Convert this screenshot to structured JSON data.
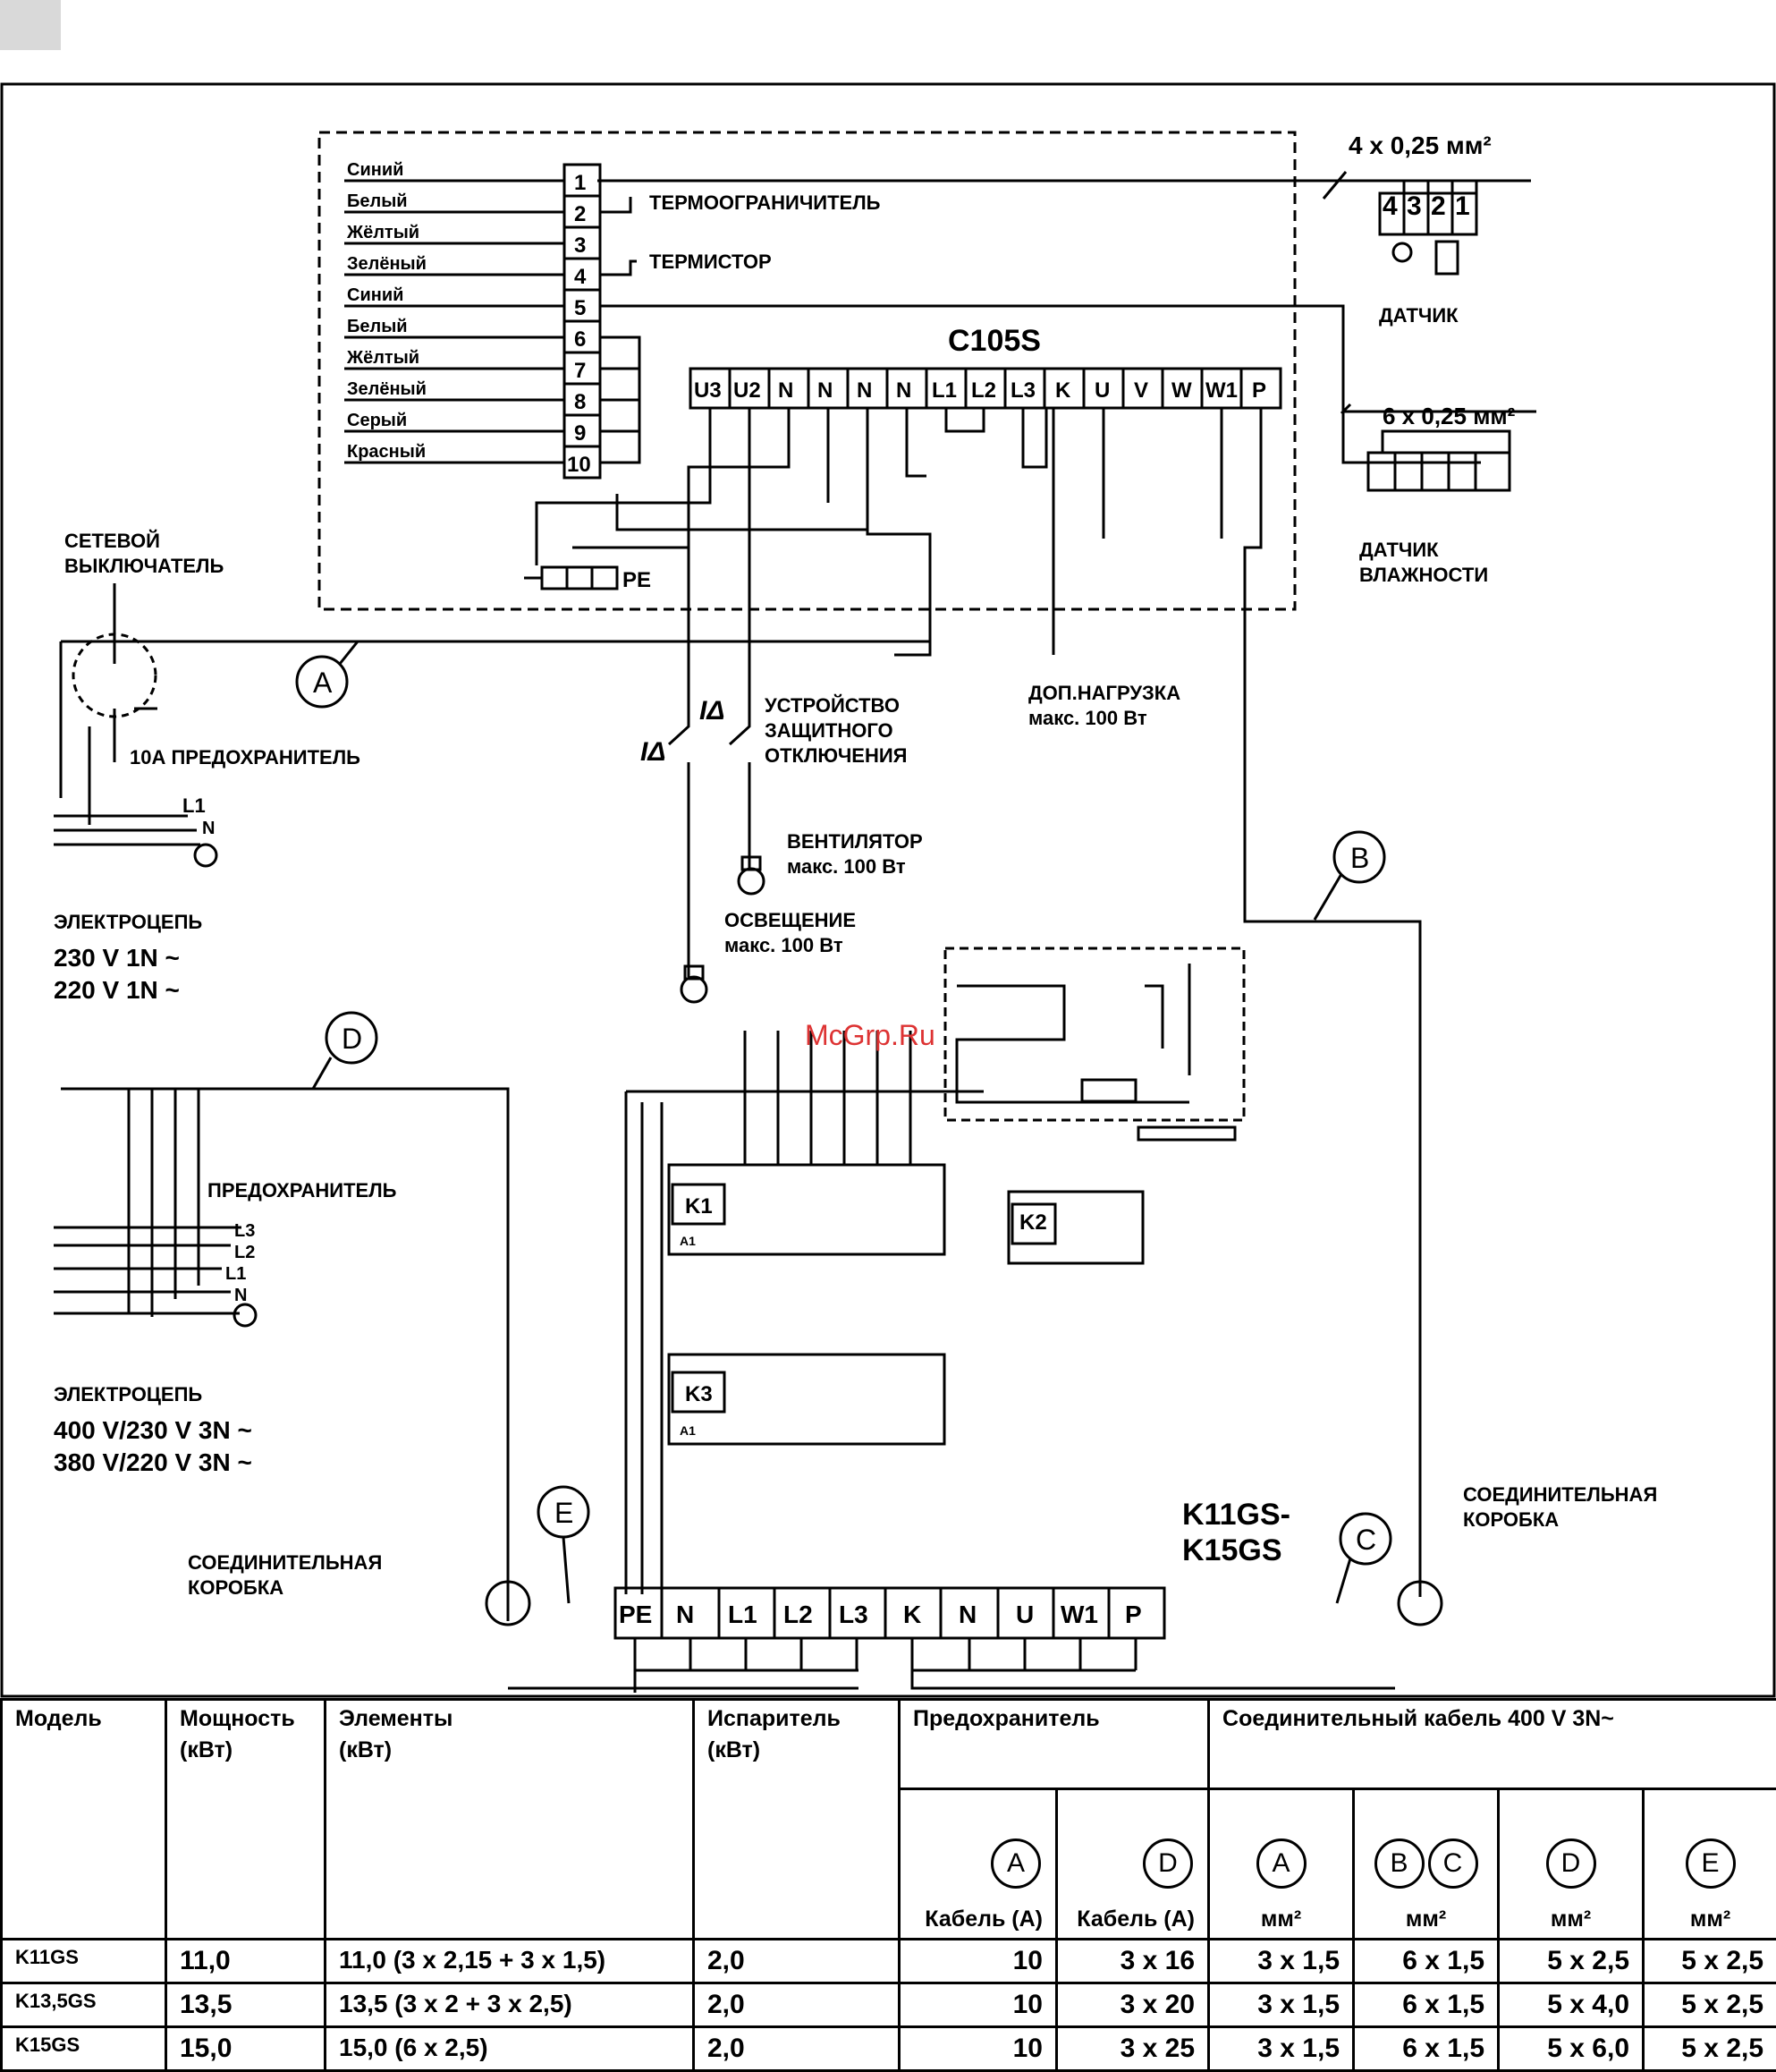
{
  "wire_top": "4 x 0,25 мм²",
  "wire_humidity": "6 x 0,25 мм²",
  "terminals": {
    "numbers": [
      "1",
      "2",
      "3",
      "4",
      "5",
      "6",
      "7",
      "8",
      "9",
      "10"
    ],
    "colors": [
      "Синий",
      "Белый",
      "Жёлтый",
      "Зелёный",
      "Синий",
      "Белый",
      "Жёлтый",
      "Зелёный",
      "Серый",
      "Красный"
    ]
  },
  "labels": {
    "thermo_limiter": "ТЕРМООГРАНИЧИТЕЛЬ",
    "thermistor": "ТЕРМИСТОР",
    "sensor": "ДАТЧИК",
    "sensor_pins": [
      "4",
      "3",
      "2",
      "1"
    ],
    "humidity_sensor": [
      "ДАТЧИК",
      "ВЛАЖНОСТИ"
    ],
    "controller": "C105S",
    "controller_pins": [
      "U3",
      "U2",
      "N",
      "N",
      "N",
      "N",
      "L1",
      "L2",
      "L3",
      "K",
      "U",
      "V",
      "W",
      "W1",
      "P"
    ],
    "pe": "PE",
    "mains_switch": [
      "СЕТЕВОЙ",
      "ВЫКЛЮЧАТЕЛЬ"
    ],
    "fuse_10a": "10А ПРЕДОХРАНИТЕЛЬ",
    "fuse": "ПРЕДОХРАНИТЕЛЬ",
    "extra_load": [
      "ДОП.НАГРУЗКА",
      "макс. 100 Вт"
    ],
    "protective_device": [
      "УСТРОЙСТВО",
      "ЗАЩИТНОГО",
      "ОТКЛЮЧЕНИЯ"
    ],
    "fan": [
      "ВЕНТИЛЯТОР",
      "макс. 100 Вт"
    ],
    "lighting": [
      "ОСВЕЩЕНИЕ",
      "макс. 100 Вт"
    ],
    "circuit_1": [
      "ЭЛЕКТРОЦЕПЬ",
      "230 V 1N ~",
      "220 V 1N ~"
    ],
    "circuit_3": [
      "ЭЛЕКТРОЦЕПЬ",
      "400 V/230 V 3N ~",
      "380 V/220 V 3N ~"
    ],
    "junction_box": [
      "СОЕДИНИТЕЛЬНАЯ",
      "КОРОБКА"
    ],
    "junction_box_right": [
      "СОЕДИНИТЕЛЬНАЯ",
      "КОРОБКА"
    ],
    "phase_l1": "L1",
    "neutral": "N",
    "phases_3": [
      "L3",
      "L2",
      "L1",
      "N"
    ],
    "contactor_k1": "K1",
    "contactor_k2": "K2",
    "contactor_k3": "K3",
    "a1": "A1",
    "heater_pins": [
      "PE",
      "N",
      "L1",
      "L2",
      "L3",
      "K",
      "N",
      "U",
      "W1",
      "P"
    ],
    "model": [
      "K11GS-",
      "K15GS"
    ],
    "watermark": "McGrp.Ru",
    "cable_marks": [
      "A",
      "B",
      "C",
      "D",
      "E"
    ],
    "i_delta": "IΔ"
  },
  "table": {
    "headers": {
      "model": "Модель",
      "power": [
        "Мощность",
        "(кВт)"
      ],
      "heaters": [
        "Элементы",
        "(кВт)"
      ],
      "evaporator": [
        "Испаритель",
        "(кВт)"
      ],
      "fuse": "Предохранитель",
      "cable": "Соединительный кабель 400 V 3N~"
    },
    "sub": {
      "fuse_a": "A",
      "fuse_d": "D",
      "cable_unit": "Кабель (А)",
      "cable_a": "A",
      "cable_b": "B",
      "cable_c": "C",
      "cable_d": "D",
      "cable_e": "E",
      "mm2": "мм²"
    },
    "rows": [
      {
        "model": "K11GS",
        "power": "11,0",
        "heaters": "11,0 (3 x 2,15 + 3 x 1,5)",
        "evap": "2,0",
        "fuse_a": "10",
        "fuse_d": "3 x 16",
        "ca": "3 x 1,5",
        "cbc": "6 x 1,5",
        "cd": "5 x 2,5",
        "ce": "5 x 2,5"
      },
      {
        "model": "K13,5GS",
        "power": "13,5",
        "heaters": "13,5 (3 x 2 + 3 x 2,5)",
        "evap": "2,0",
        "fuse_a": "10",
        "fuse_d": "3 x 20",
        "ca": "3 x 1,5",
        "cbc": "6 x 1,5",
        "cd": "5 x 4,0",
        "ce": "5 x 2,5"
      },
      {
        "model": "K15GS",
        "power": "15,0",
        "heaters": "15,0 (6 x 2,5)",
        "evap": "2,0",
        "fuse_a": "10",
        "fuse_d": "3 x 25",
        "ca": "3 x 1,5",
        "cbc": "6 x 1,5",
        "cd": "5 x 6,0",
        "ce": "5 x 2,5"
      }
    ]
  }
}
